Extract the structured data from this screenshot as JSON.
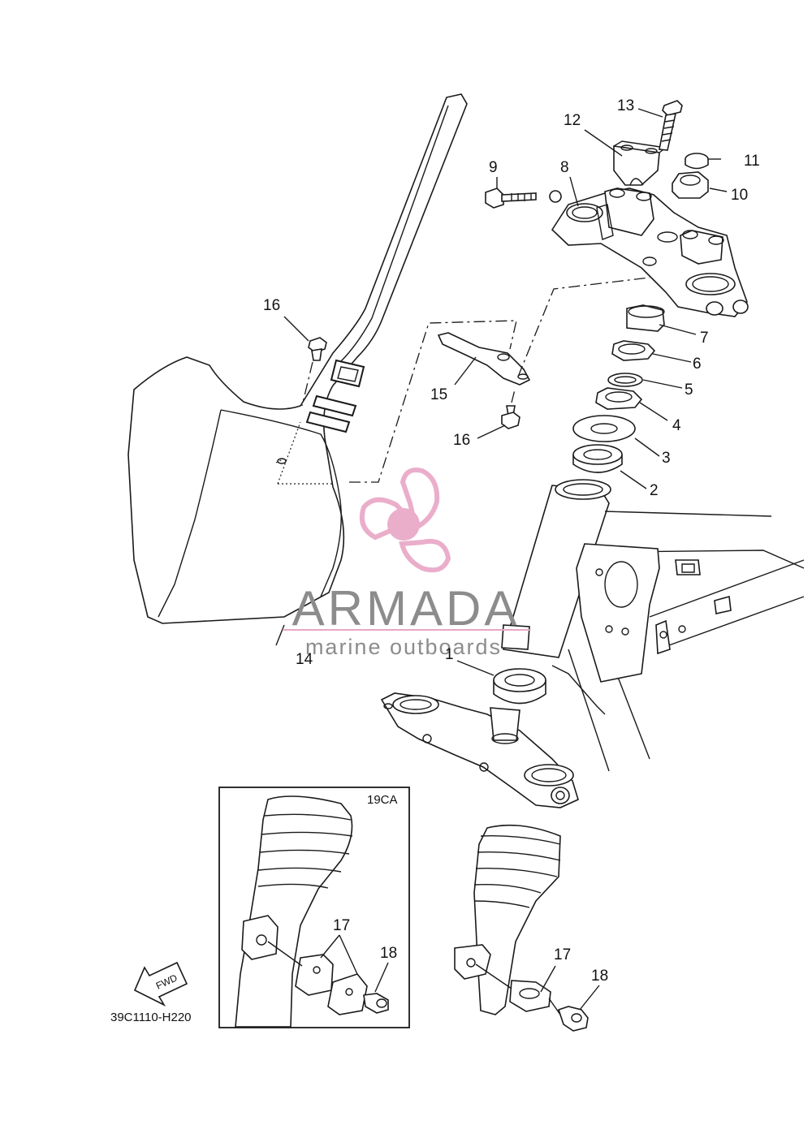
{
  "diagram": {
    "part_labels": [
      "1",
      "2",
      "3",
      "4",
      "5",
      "6",
      "7",
      "8",
      "9",
      "10",
      "11",
      "12",
      "13",
      "14",
      "15",
      "16",
      "16",
      "17",
      "17",
      "18",
      "18"
    ],
    "inset_label": "19CA",
    "direction_label": "FWD",
    "drawing_code": "39C1110-H220"
  },
  "watermark": {
    "brand": "ARMADA",
    "tagline": "marine outboards",
    "colors": {
      "logo": "#e8a6c6",
      "text": "#8c8c8c"
    }
  }
}
